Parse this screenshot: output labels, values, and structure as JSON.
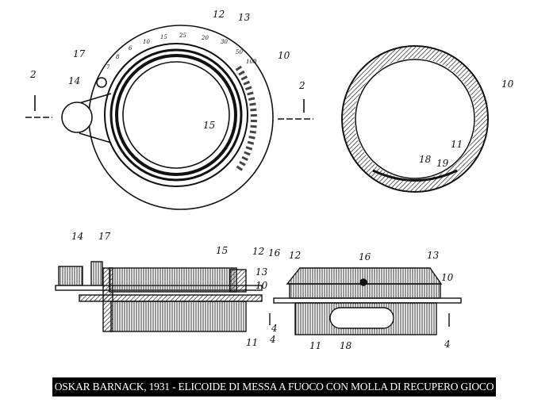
{
  "figures": {
    "top_left": {
      "labels": [
        "12",
        "13",
        "10",
        "17",
        "14",
        "2",
        "2",
        "15"
      ],
      "scale": [
        "7",
        "8",
        "6",
        "10",
        "15",
        "25",
        "20",
        "30",
        "50",
        "100"
      ]
    },
    "top_right": {
      "labels": [
        "10",
        "11",
        "18",
        "19"
      ]
    },
    "bottom_left": {
      "labels": [
        "14",
        "17",
        "15",
        "12",
        "16",
        "13",
        "10",
        "11",
        "4"
      ]
    },
    "bottom_right": {
      "labels": [
        "12",
        "16",
        "13",
        "10",
        "11",
        "18",
        "4",
        "4"
      ]
    }
  },
  "caption": "OSKAR BARNACK, 1931 - ELICOIDE DI MESSA A FUOCO CON MOLLA DI RECUPERO GIOCO"
}
